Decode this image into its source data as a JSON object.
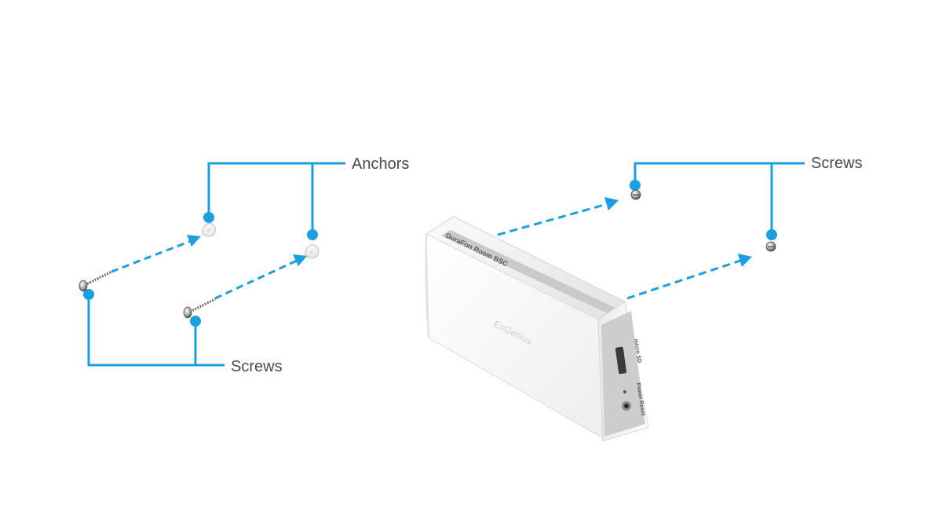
{
  "labels": {
    "anchors": "Anchors",
    "screws_left": "Screws",
    "screws_right": "Screws"
  },
  "device": {
    "model_label": "DuraFon Room BSC",
    "brand_logo": "EnGenius",
    "port_labels": {
      "micro_sd": "micro SD",
      "power_reset": "Power Reset"
    }
  },
  "colors": {
    "callout": "#1aa0e0",
    "label_text": "#4a4a4a",
    "device_body": "#f7f7f7",
    "device_panel": "#c9c9c9"
  }
}
